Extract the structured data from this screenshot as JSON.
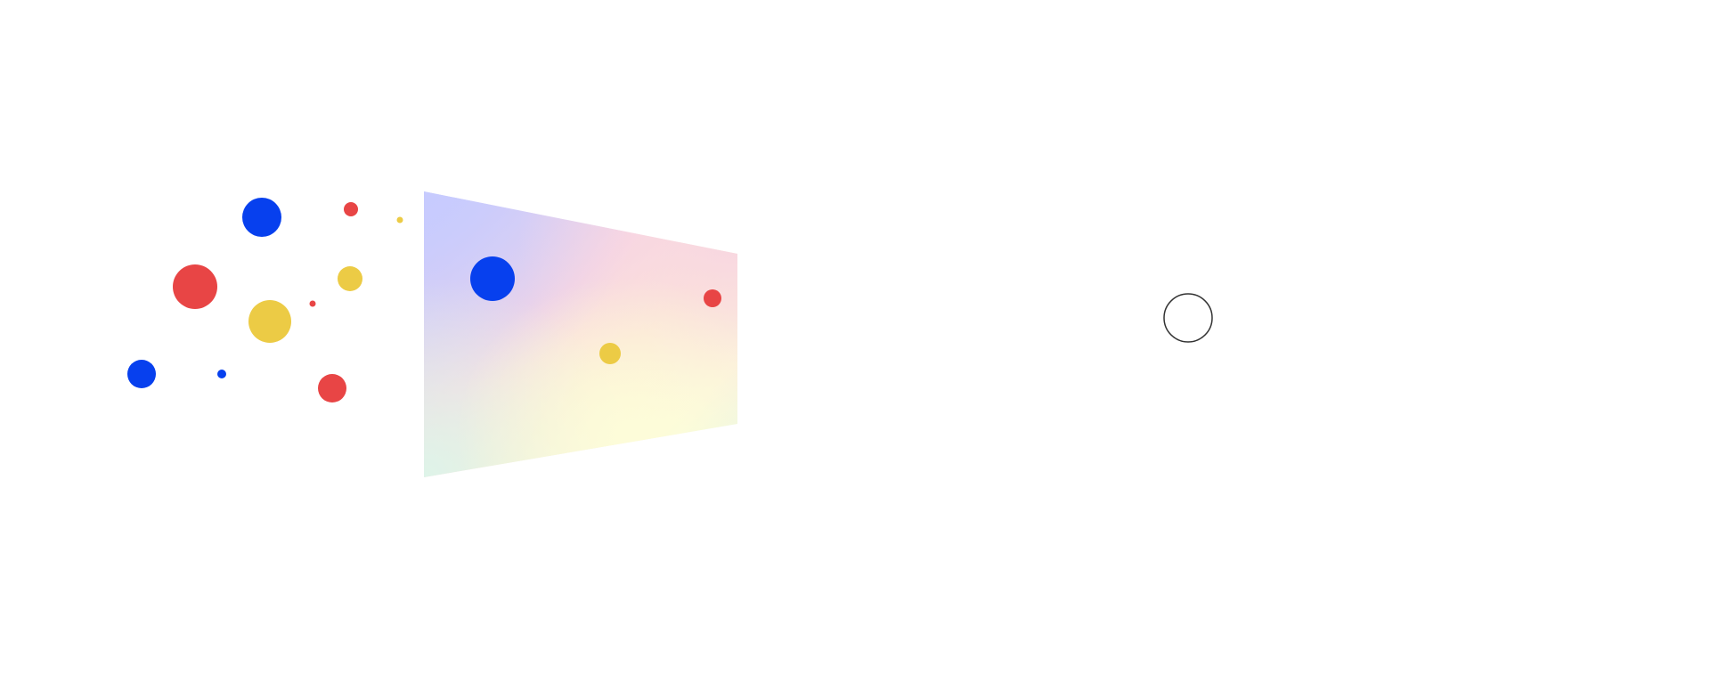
{
  "colors": {
    "background": "#ffffff",
    "blue": "#0740ee",
    "red": "#e84545",
    "yellow": "#eccb45",
    "outline": "#333333"
  },
  "panel": {
    "gradient_colors": [
      "#c7cbfe",
      "#f8d6e2",
      "#fdebd3",
      "#fdfcd9",
      "#def4e9"
    ]
  },
  "particles_outside": [
    {
      "color": "blue"
    },
    {
      "color": "red"
    },
    {
      "color": "yellow"
    },
    {
      "color": "red"
    },
    {
      "color": "yellow"
    },
    {
      "color": "yellow"
    },
    {
      "color": "red"
    },
    {
      "color": "blue"
    },
    {
      "color": "blue"
    },
    {
      "color": "red"
    }
  ],
  "particles_inside": [
    {
      "color": "blue"
    },
    {
      "color": "red"
    },
    {
      "color": "yellow"
    }
  ],
  "target": {
    "shape": "circle-outline"
  }
}
